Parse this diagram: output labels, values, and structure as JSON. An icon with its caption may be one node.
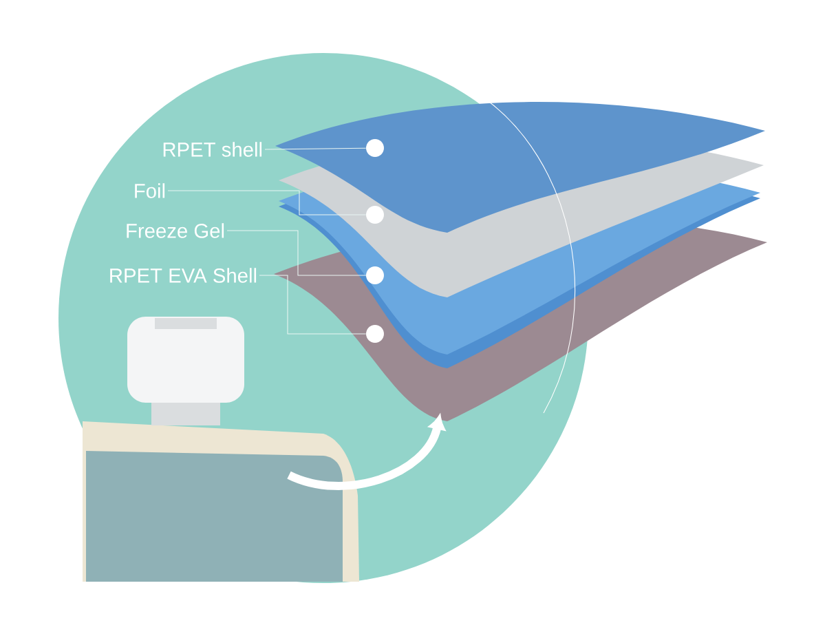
{
  "diagram": {
    "nodes": [
      {
        "text": [
          "RPET shell"
        ]
      },
      {
        "text": [
          "Foil"
        ]
      },
      {
        "text": [
          "Freeze Gel"
        ]
      },
      {
        "text": [
          "RPET EVA Shell"
        ]
      },
      {
        "text": [],
        "shape": "picture"
      },
      {
        "text": [],
        "shape": "circle"
      },
      {
        "text": [],
        "shape": "circle"
      },
      {
        "text": [],
        "shape": "circle",
        "in": 4
      },
      {
        "text": [],
        "shape": "circle",
        "in": 4
      },
      {
        "text": [],
        "shape": "picture"
      }
    ],
    "edges": [
      {
        "from": 0,
        "to": 5,
        "arrow": "none"
      },
      {
        "from": 1,
        "to": 6,
        "arrow": "none"
      },
      {
        "from": 2,
        "to": 7,
        "arrow": "none"
      },
      {
        "from": 3,
        "to": 8,
        "arrow": "none"
      },
      {
        "from": 9,
        "to": 4,
        "arrow": "to",
        "style": "thick"
      }
    ]
  }
}
